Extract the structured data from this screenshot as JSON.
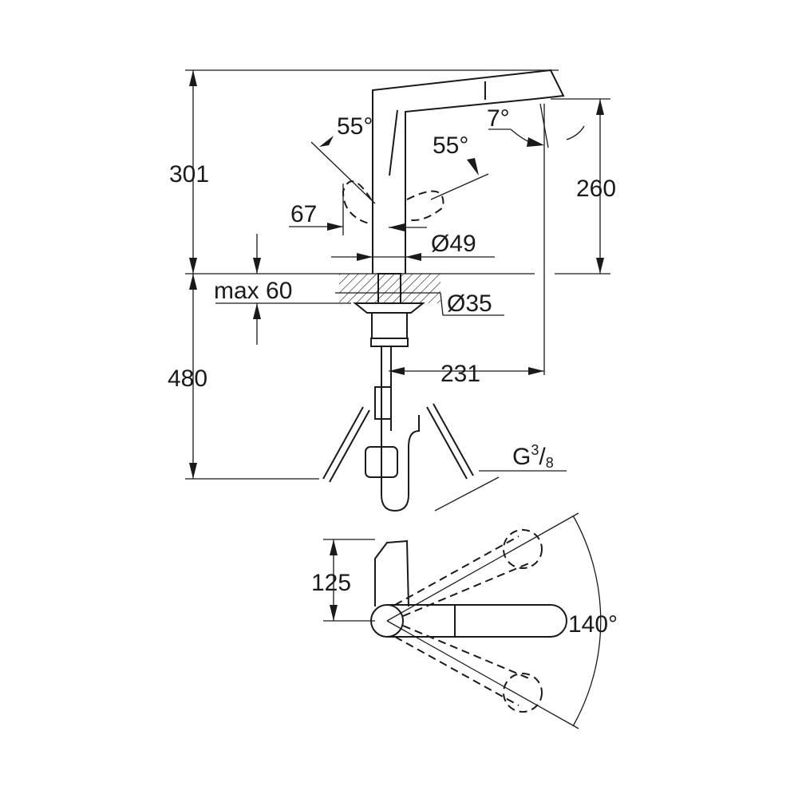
{
  "labels": {
    "height_total": "301",
    "angle_left": "55°",
    "angle_right": "55°",
    "spout_angle": "7°",
    "spout_height": "260",
    "lever_offset": "67",
    "body_diameter": "Ø49",
    "max_thickness": "max 60",
    "hole_diameter": "Ø35",
    "hose_length": "480",
    "reach": "231",
    "connection": "G",
    "connection_num": "3",
    "connection_den": "8",
    "plan_offset": "125",
    "swivel_angle": "140°"
  }
}
